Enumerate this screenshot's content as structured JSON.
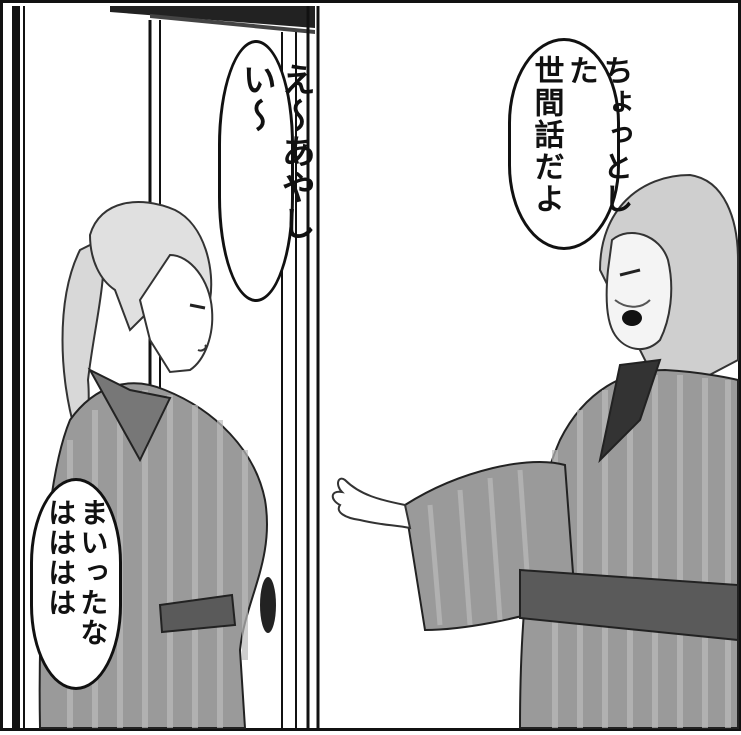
{
  "panel": {
    "bubble_top_left": "え〜あやしい〜",
    "bubble_top_right": [
      "ちょっとした",
      "世間話だよ"
    ],
    "bubble_bottom_left": [
      "まいったな",
      "はははは"
    ]
  }
}
